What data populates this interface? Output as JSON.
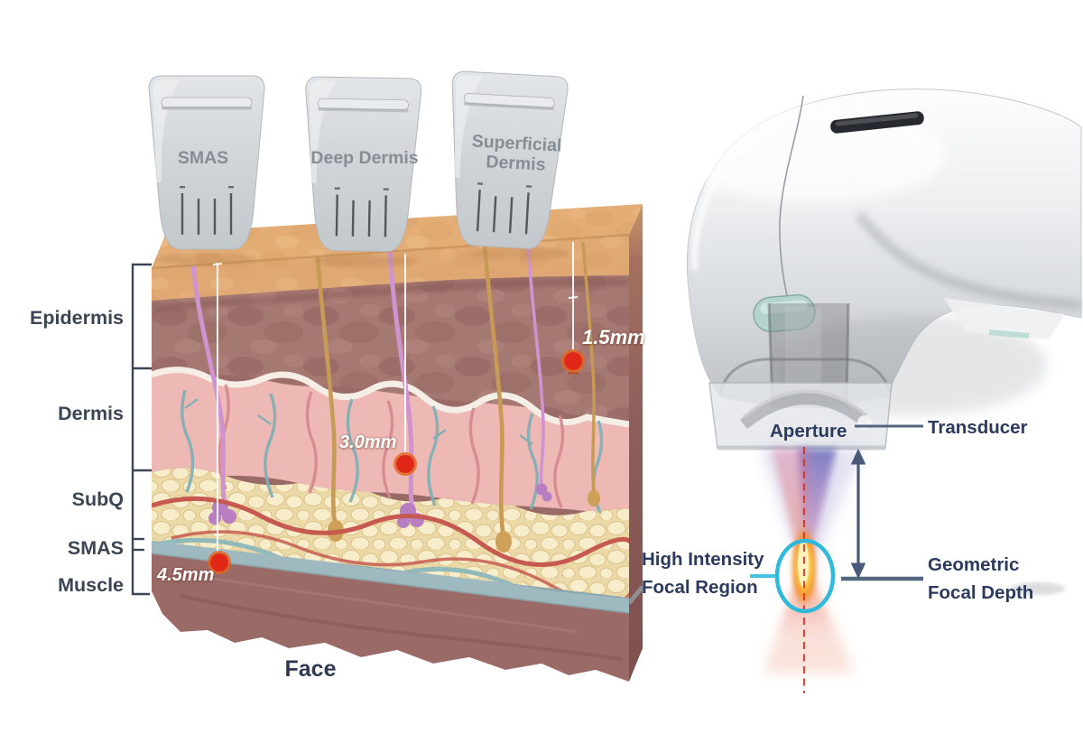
{
  "cartridges": [
    {
      "label": "SMAS"
    },
    {
      "label": "Deep Dermis"
    },
    {
      "label": "Superficial Dermis"
    }
  ],
  "skin_layers": [
    {
      "label": "Epidermis"
    },
    {
      "label": "Dermis"
    },
    {
      "label": "SubQ"
    },
    {
      "label": "SMAS"
    },
    {
      "label": "Muscle"
    }
  ],
  "depth_markers": [
    {
      "label": "1.5mm"
    },
    {
      "label": "3.0mm"
    },
    {
      "label": "4.5mm"
    }
  ],
  "caption": "Face",
  "device": {
    "aperture_label": "Aperture",
    "transducer_label": "Transducer",
    "focal_region_label": [
      "High Intensity",
      "Focal Region"
    ],
    "focal_depth_label": [
      "Geometric",
      "Focal Depth"
    ]
  },
  "colors": {
    "annotation_navy": "#2c3a5e",
    "layer_label_color": "#3b4554",
    "cartridge_label_color": "#878d94",
    "accent_cyan": "#2fb9dc",
    "marker_red": "#e02818",
    "dashed_red": "#cc3128",
    "annotation_slate": "#54657f",
    "depth_text": "#ffffff",
    "skin_top": "#e4ad76",
    "epidermis_band": "#a67872",
    "dermis_pink": "#eeb9b4",
    "fat_cream": "#ecd9a8",
    "smas_bluegray": "#9fb9c0",
    "muscle_mauve": "#9a6a67"
  }
}
